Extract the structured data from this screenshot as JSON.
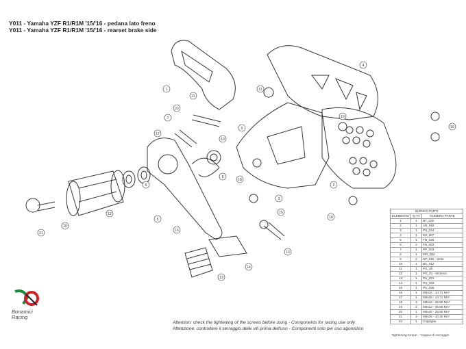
{
  "titles": {
    "line1": "Y011 - Yamaha YZF R1/R1M '15/'16 - pedana lato freno",
    "line2": "Y011 - Yamaha YZF R1/R1M '15/'16 - rearset brake side"
  },
  "callouts": [
    "1",
    "21",
    "22",
    "7",
    "9",
    "11",
    "4",
    "19",
    "19",
    "10",
    "8",
    "12",
    "6",
    "5",
    "20",
    "21",
    "18",
    "3",
    "2",
    "18",
    "15",
    "13",
    "16",
    "14",
    "13",
    "17"
  ],
  "parts_table": {
    "caption": "ELENCO PARTI",
    "headers": [
      "ELEMENTO",
      "Q.TÀ",
      "NUMERO PARTE"
    ],
    "rows": [
      [
        "1",
        "1",
        "BT_025"
      ],
      [
        "2",
        "1",
        "AR_092"
      ],
      [
        "3",
        "1",
        "PS_044"
      ],
      [
        "4",
        "1",
        "SS_007"
      ],
      [
        "5",
        "1",
        "FN_026"
      ],
      [
        "6",
        "2",
        "FN_003"
      ],
      [
        "7",
        "1",
        "PP_003"
      ],
      [
        "8",
        "1",
        "MO_002"
      ],
      [
        "9",
        "2",
        "SP_015 - 6mm"
      ],
      [
        "10",
        "1",
        "BC_012"
      ],
      [
        "11",
        "1",
        "PG_00"
      ],
      [
        "12",
        "1",
        "PG_01 - 68,5mm"
      ],
      [
        "13",
        "1",
        "PU_001"
      ],
      [
        "14",
        "1",
        "PU_003"
      ],
      [
        "15",
        "1",
        "PU_005"
      ],
      [
        "16",
        "1",
        "M6x16 - 14.71 Nm*"
      ],
      [
        "17",
        "1",
        "M6x25 - 14.71 Nm*"
      ],
      [
        "18",
        "4",
        "M8x16 - 25.50 Nm*"
      ],
      [
        "19",
        "2",
        "M8x12 - 25.50 Nm*"
      ],
      [
        "20",
        "1",
        "M8x40 - 25.50 Nm*"
      ],
      [
        "21",
        "2",
        "M6x25 - 10.30 Nm*"
      ],
      [
        "22",
        "1",
        "Coppiglia"
      ]
    ],
    "footnote": "*tightening torque - *coppia di serraggio"
  },
  "warning": {
    "en": "Attention: check the tightening of the screws before using - Components for racing use only",
    "it": "Attenzione: controllare il serraggio delle viti prima dell'uso - Componenti solo per uso agonistico"
  },
  "logo": {
    "line1": "Bonamici",
    "line2": "Racing"
  },
  "colors": {
    "logo_red": "#d0202a",
    "logo_green": "#1f8a3a",
    "line": "#333333"
  }
}
